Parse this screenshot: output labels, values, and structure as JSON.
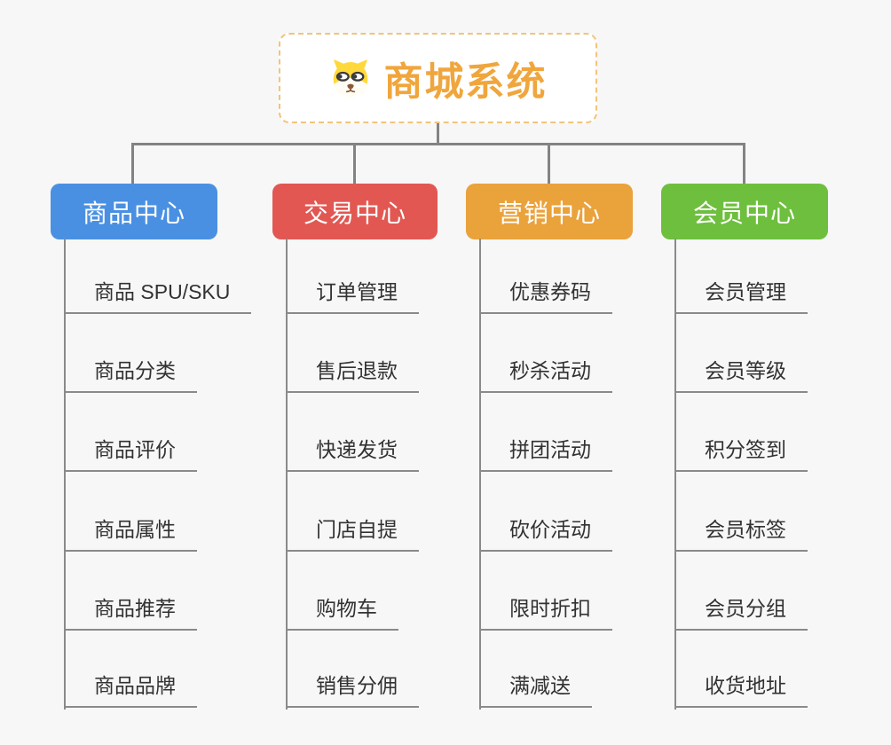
{
  "root": {
    "title": "商城系统",
    "icon": "dog-face-icon"
  },
  "branches": [
    {
      "label": "商品中心",
      "color": "#4a90e2",
      "children": [
        "商品 SPU/SKU",
        "商品分类",
        "商品评价",
        "商品属性",
        "商品推荐",
        "商品品牌"
      ]
    },
    {
      "label": "交易中心",
      "color": "#e25752",
      "children": [
        "订单管理",
        "售后退款",
        "快递发货",
        "门店自提",
        "购物车",
        "销售分佣"
      ]
    },
    {
      "label": "营销中心",
      "color": "#eaa23b",
      "children": [
        "优惠券码",
        "秒杀活动",
        "拼团活动",
        "砍价活动",
        "限时折扣",
        "满减送"
      ]
    },
    {
      "label": "会员中心",
      "color": "#6ebf3e",
      "children": [
        "会员管理",
        "会员等级",
        "积分签到",
        "会员标签",
        "会员分组",
        "收货地址"
      ]
    }
  ],
  "colors": {
    "background": "#f7f7f7",
    "connector": "#838383",
    "underline": "#8a8a8a",
    "root_border": "#f2c47a",
    "root_text": "#f0a63c"
  }
}
